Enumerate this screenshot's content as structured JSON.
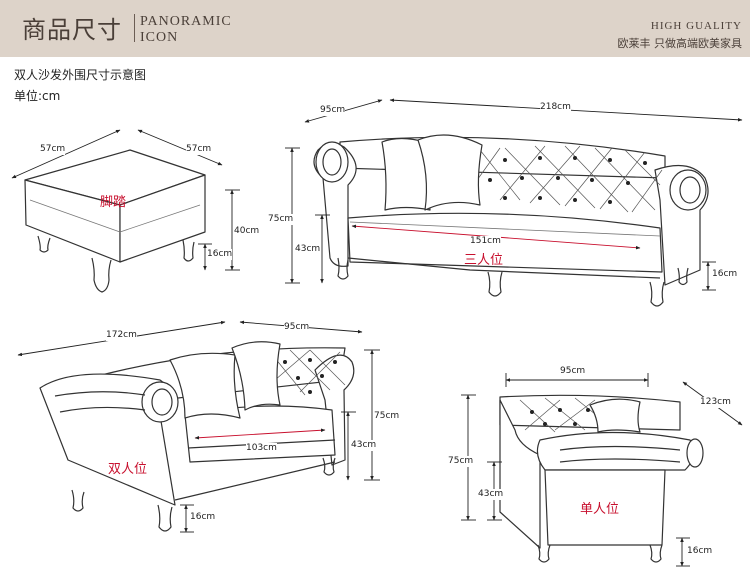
{
  "header": {
    "title_cn": "商品尺寸",
    "title_en_1": "PANORAMIC",
    "title_en_2": "ICON",
    "quality_en": "HIGH GUALITY",
    "quality_cn": "欧莱丰 只做高端欧美家具"
  },
  "intro": {
    "title": "双人沙发外围尺寸示意图",
    "unit": "单位:cm"
  },
  "ottoman": {
    "name": "脚踏",
    "dims": {
      "width_a": "57cm",
      "width_b": "57cm",
      "height": "40cm",
      "leg": "16cm"
    }
  },
  "three_seater": {
    "name": "三人位",
    "dims": {
      "depth": "95cm",
      "width": "218cm",
      "height": "75cm",
      "seat_height": "43cm",
      "seat_width": "151cm",
      "leg": "16cm"
    }
  },
  "two_seater": {
    "name": "双人位",
    "dims": {
      "width": "172cm",
      "depth": "95cm",
      "height": "75cm",
      "seat_height": "43cm",
      "seat_width": "103cm",
      "leg": "16cm"
    }
  },
  "single_seater": {
    "name": "单人位",
    "dims": {
      "depth": "95cm",
      "width": "123cm",
      "height": "75cm",
      "seat_height": "43cm",
      "leg": "16cm"
    }
  },
  "colors": {
    "header_bg": "#ddd3c9",
    "label_red": "#c8102e",
    "line": "#333333"
  }
}
